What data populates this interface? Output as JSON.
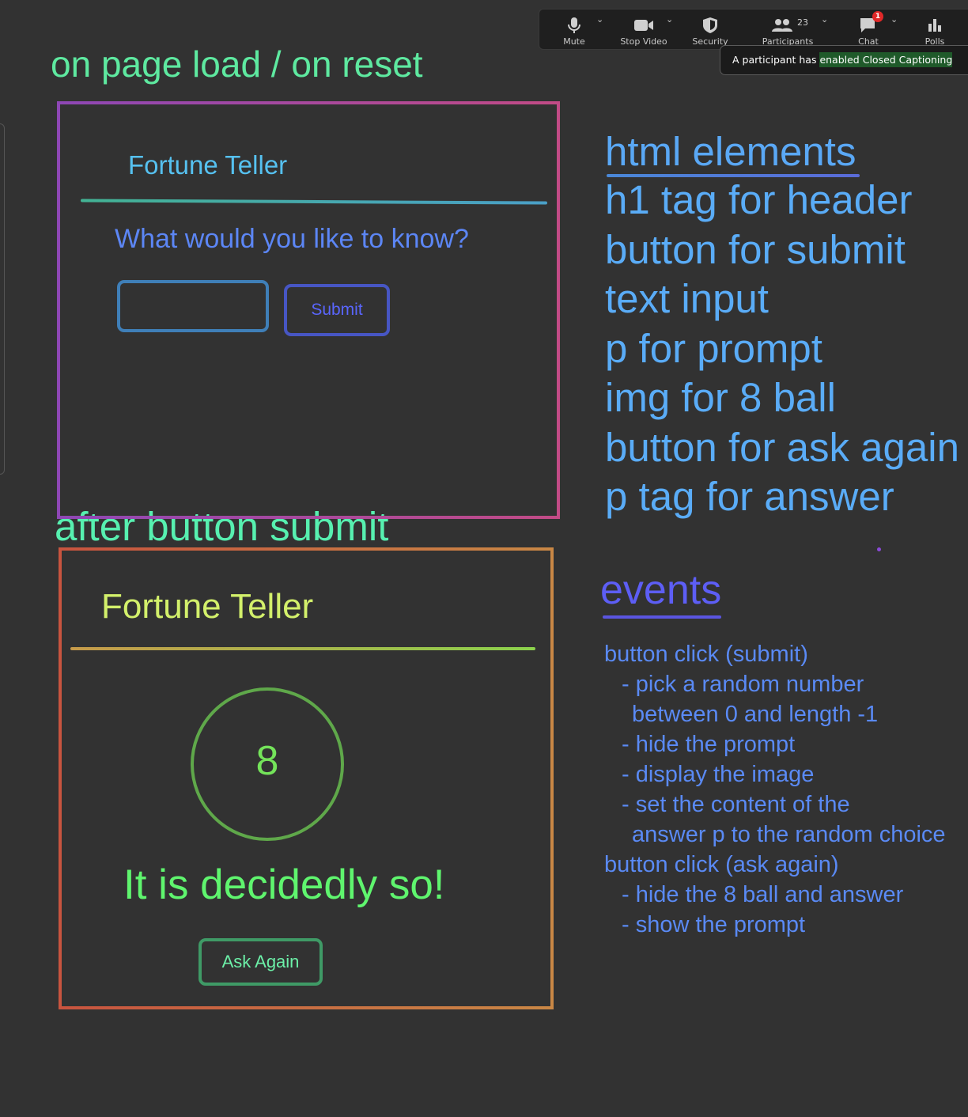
{
  "zoom_toolbar": {
    "mute_label": "Mute",
    "stop_video_label": "Stop Video",
    "security_label": "Security",
    "participants_label": "Participants",
    "participants_count": "23",
    "chat_label": "Chat",
    "chat_badge": "1",
    "polls_label": "Polls",
    "caption_notice_prefix": "A participant has ",
    "caption_notice_highlight": "enabled Closed Captioning"
  },
  "headings": {
    "page_load": "on page load / on reset",
    "after_submit": "after button submit"
  },
  "initial_state": {
    "title": "Fortune Teller",
    "prompt": "What would you like to know?",
    "input_value": "",
    "submit_label": "Submit"
  },
  "answer_state": {
    "title": "Fortune Teller",
    "ball_number": "8",
    "answer": "It is decidedly so!",
    "ask_again_label": "Ask Again"
  },
  "html_elements": {
    "title": "html elements",
    "items": [
      "h1 tag for header",
      "button for submit",
      "text input",
      "p for prompt",
      "img for 8 ball",
      "button for ask again",
      "p tag for answer"
    ]
  },
  "events": {
    "title": "events",
    "lines": [
      "button click (submit)",
      "- pick a random number",
      "between 0 and length -1",
      "- hide the prompt",
      "- display the image",
      "- set the content of the",
      "answer p to the random choice",
      "button click (ask again)",
      "- hide the 8 ball and answer",
      "- show the prompt"
    ]
  },
  "colors": {
    "background": "#323232",
    "frame_load_border": "#a04aa8",
    "frame_submit_border": "#c85a3c"
  }
}
